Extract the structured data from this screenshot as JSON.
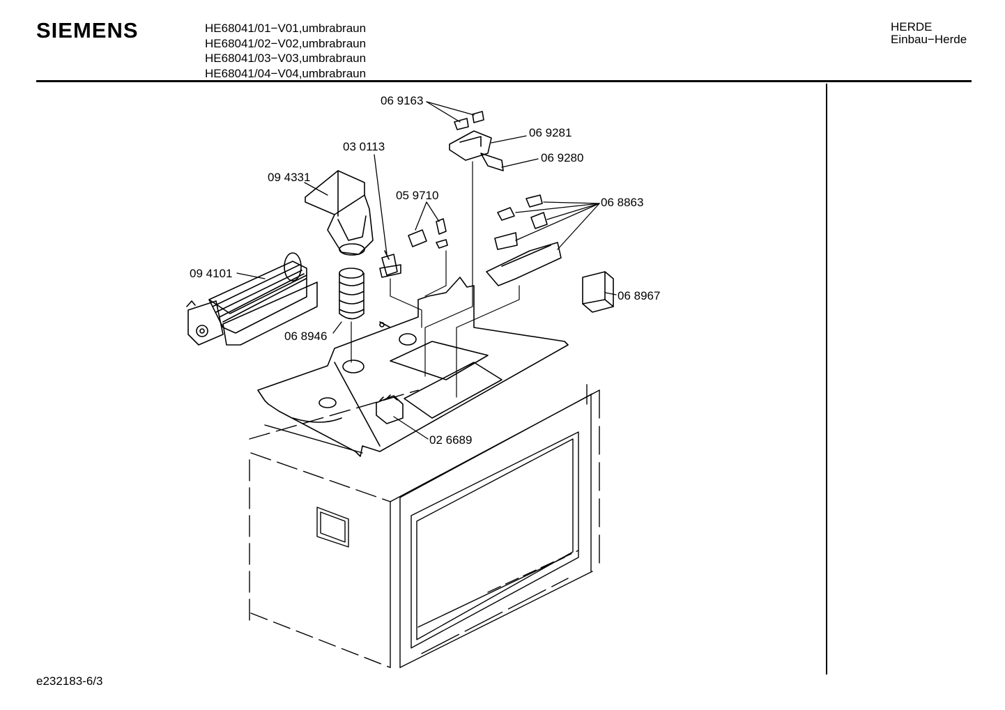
{
  "header": {
    "brand": "SIEMENS",
    "models": [
      "HE68041/01−V01,umbrabraun",
      "HE68041/02−V02,umbrabraun",
      "HE68041/03−V03,umbrabraun",
      "HE68041/04−V04,umbrabraun"
    ],
    "category_line1": "HERDE",
    "category_line2": "Einbau−Herde"
  },
  "parts": {
    "p069163": "06 9163",
    "p069281": "06 9281",
    "p069280": "06 9280",
    "p030113": "03 0113",
    "p094331": "09 4331",
    "p059710": "05 9710",
    "p068863": "06 8863",
    "p094101": "09 4101",
    "p068967": "06 8967",
    "p068946": "06 8946",
    "p026689": "02 6689"
  },
  "footer": {
    "document_number": "e232183-6/3"
  }
}
